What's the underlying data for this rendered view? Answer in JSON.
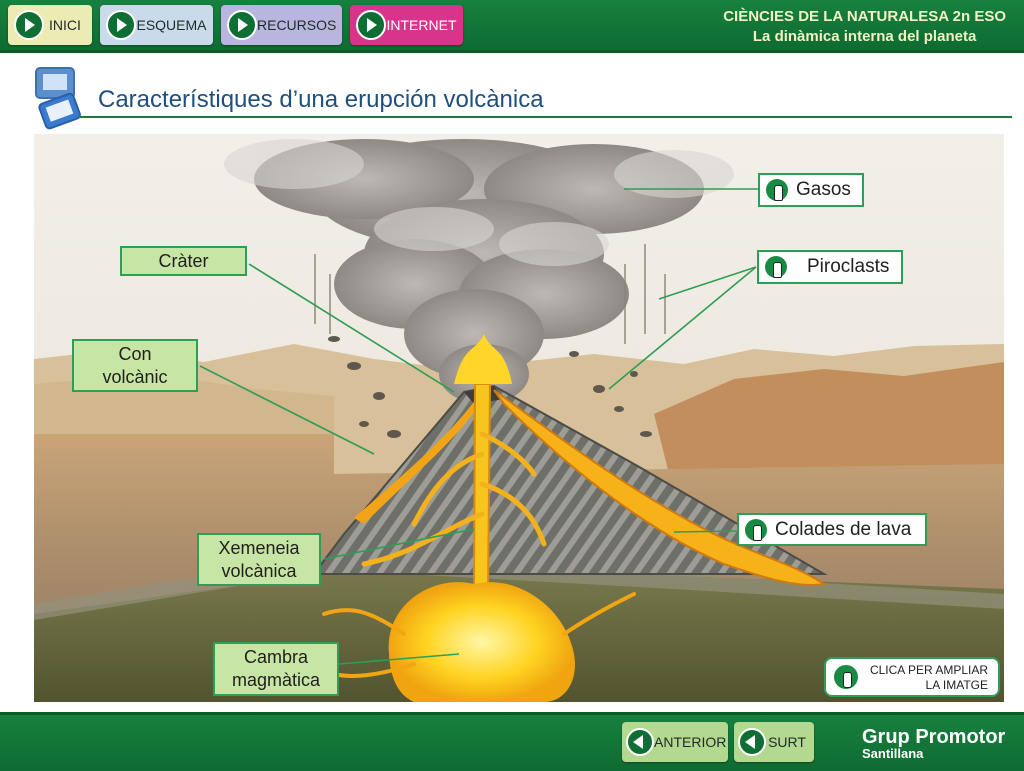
{
  "nav": {
    "inici": "INICI",
    "esquema": "ESQUEMA",
    "recursos": "RECURSOS",
    "internet": "INTERNET"
  },
  "course": {
    "line1": "CIÈNCIES DE LA NATURALESA 2n ESO",
    "line2": "La dinàmica interna del planeta"
  },
  "title": "Característiques d’una erupción volcànica",
  "labels": {
    "crater": "Cràter",
    "con_line1": "Con",
    "con_line2": "volcànic",
    "xemeneia_line1": "Xemeneia",
    "xemeneia_line2": "volcànica",
    "cambra_line1": "Cambra",
    "cambra_line2": "magmàtica"
  },
  "links": {
    "gasos": "Gasos",
    "piroclasts": "Piroclasts",
    "colades": "Colades de lava"
  },
  "zoom": {
    "line1": "CLICA PER AMPLIAR",
    "line2": "LA IMATGE"
  },
  "footer": {
    "anterior": "ANTERIOR",
    "surt": "SURT",
    "brand_line1": "Grup Promotor",
    "brand_line2": "Santillana"
  },
  "colors": {
    "bar_green": "#17813f",
    "label_fill": "#c7e6a5",
    "label_border": "#2e9d55",
    "title_blue": "#1f4f7e",
    "internet_pink": "#d9348c"
  },
  "icons": [
    "play-icon",
    "pointer-hand-icon",
    "back-arrow-icon",
    "monitor-icon"
  ]
}
